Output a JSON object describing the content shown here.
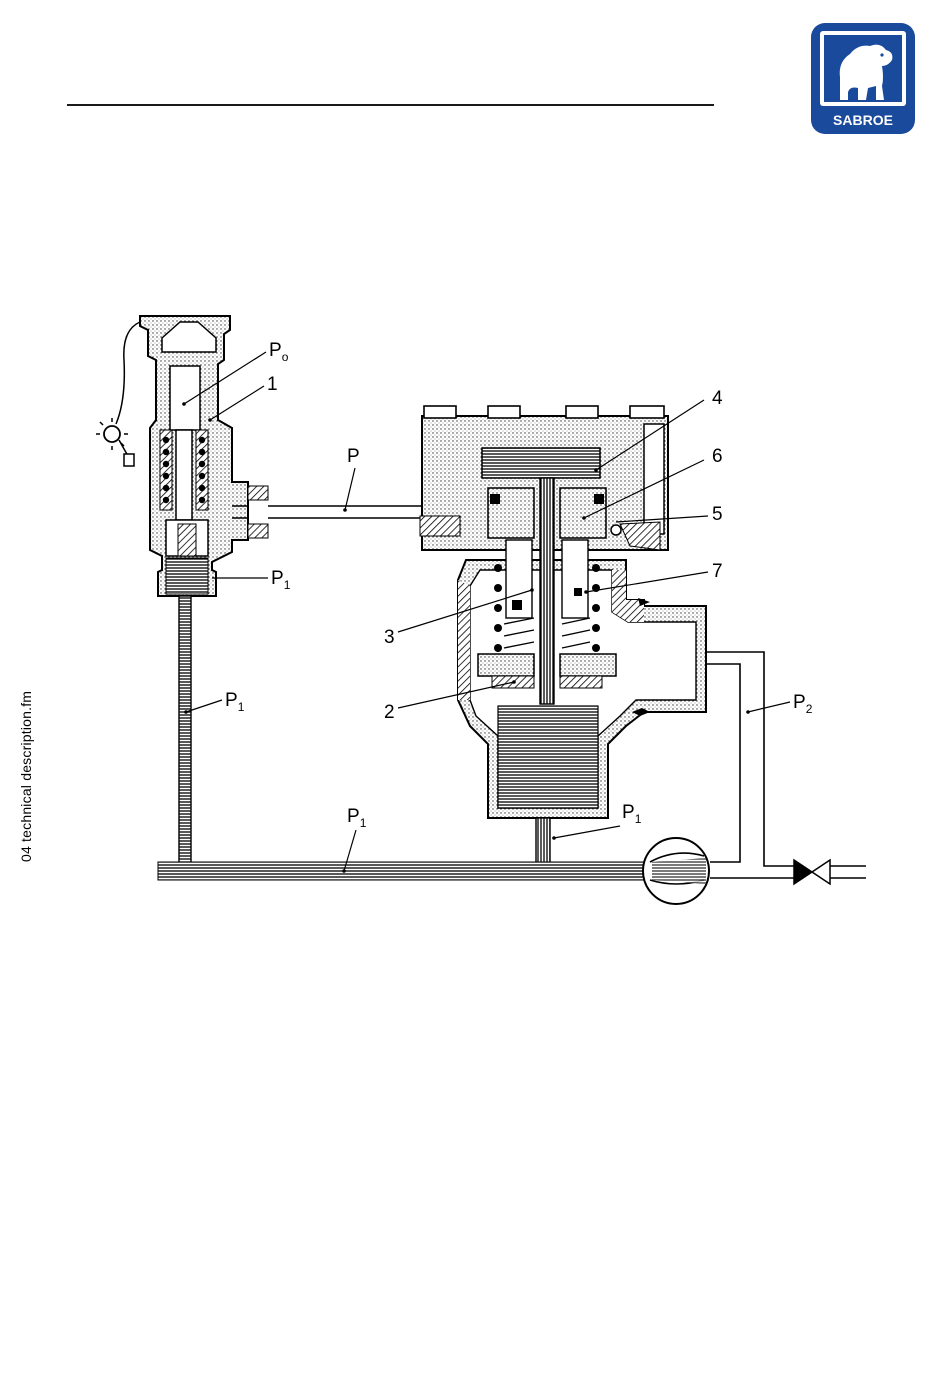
{
  "brand": {
    "name": "SABROE",
    "colors": {
      "brand_blue": "#1a4a9c",
      "bear": "#ffffff"
    }
  },
  "side_label": "04 technical description.fm",
  "diagram": {
    "labels": {
      "po": {
        "main": "P",
        "sub": "o"
      },
      "n1": "1",
      "p": "P",
      "p1_pilot": {
        "main": "P",
        "sub": "1"
      },
      "p1_line": {
        "main": "P",
        "sub": "1"
      },
      "p1_bottom": {
        "main": "P",
        "sub": "1"
      },
      "p1_drain": {
        "main": "P",
        "sub": "1"
      },
      "p2": {
        "main": "P",
        "sub": "2"
      },
      "n2": "2",
      "n3": "3",
      "n4": "4",
      "n5": "5",
      "n6": "6",
      "n7": "7"
    },
    "icons": [
      "pilot-valve-icon",
      "main-valve-icon",
      "compressor-icon",
      "check-valve-icon",
      "pressure-gauge-icon"
    ]
  }
}
